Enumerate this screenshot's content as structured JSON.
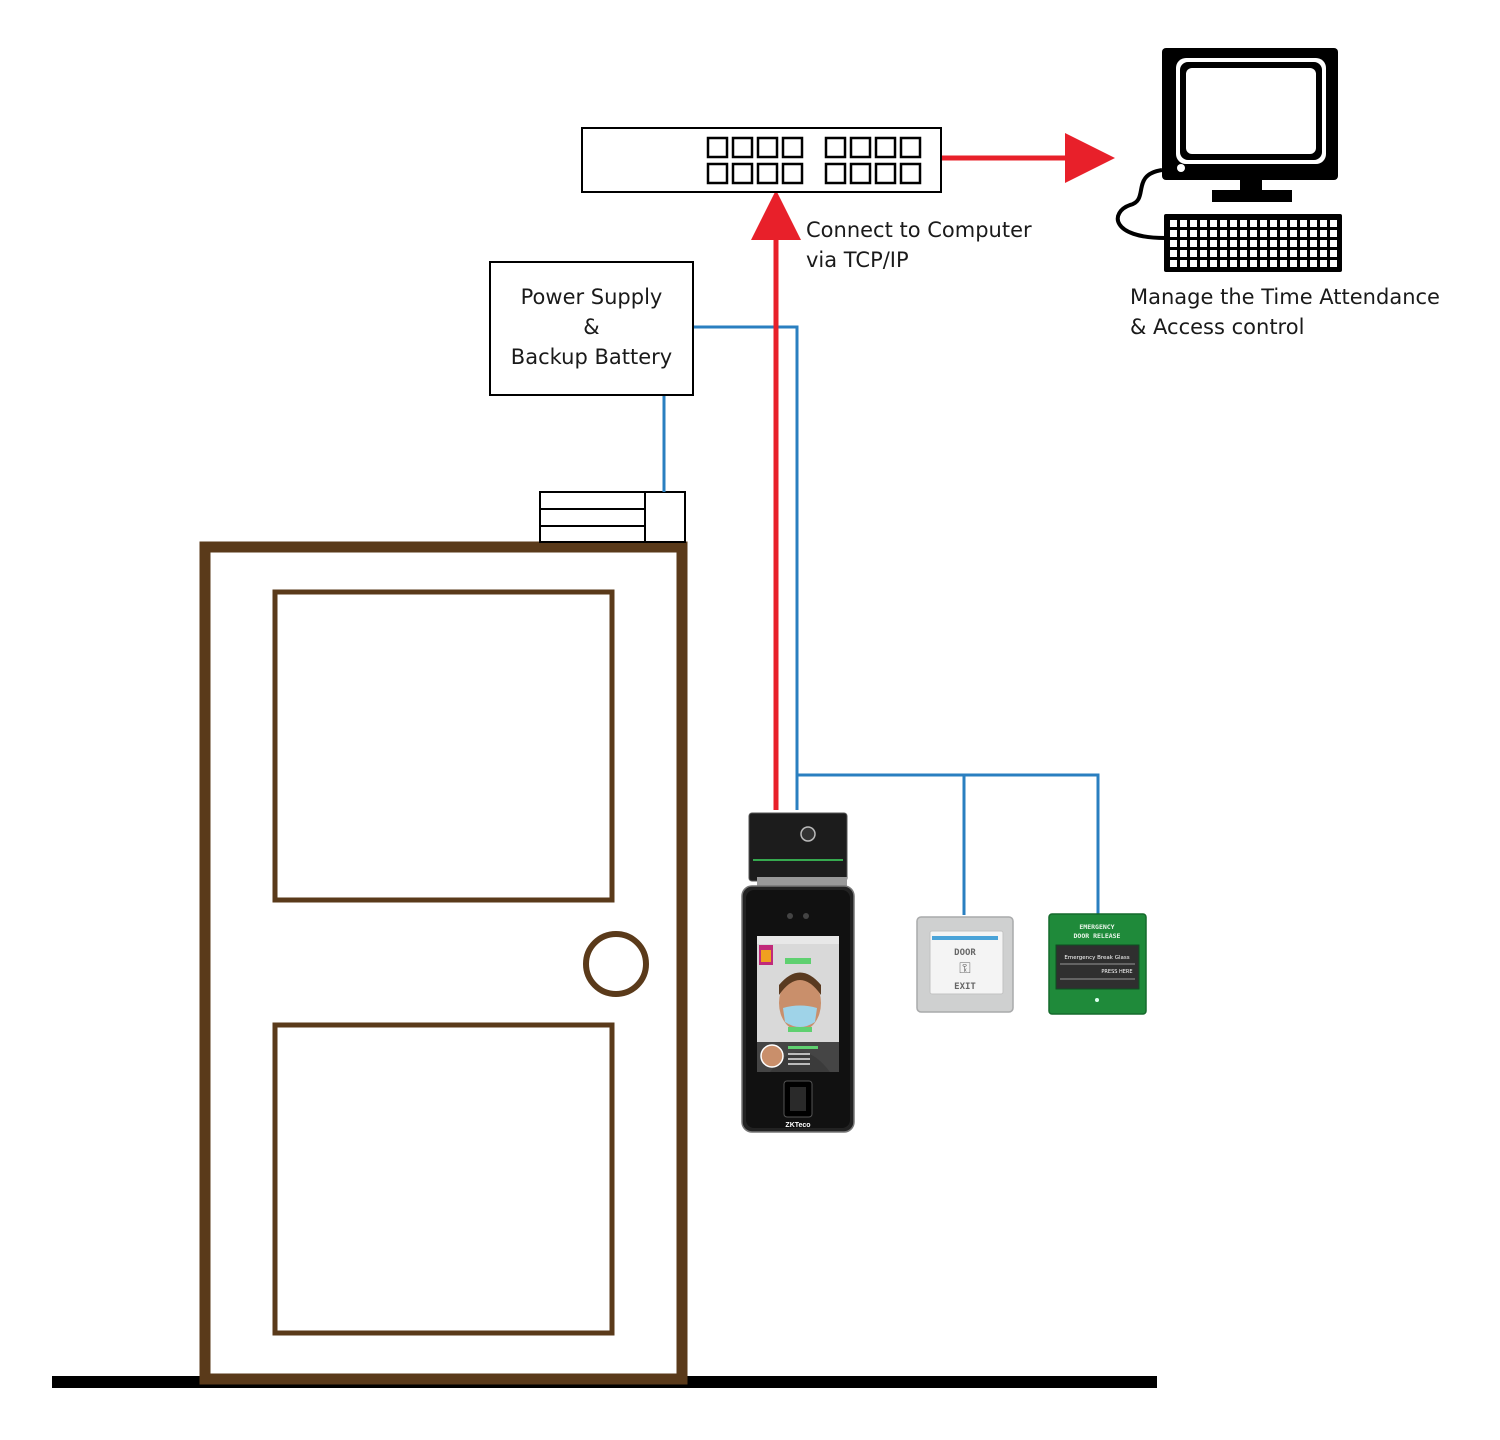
{
  "labels": {
    "power_line1": "Power Supply",
    "power_line2": "&",
    "power_line3": "Backup Battery",
    "tcp_line1": "Connect to Computer",
    "tcp_line2": "via TCP/IP",
    "manage_line1": "Manage the Time Attendance",
    "manage_line2": "& Access control"
  },
  "device": {
    "brand": "ZKTeco"
  },
  "exit_button": {
    "line1": "DOOR",
    "line2": "EXIT"
  },
  "emergency_release": {
    "line1": "EMERGENCY",
    "line2": "DOOR RELEASE",
    "line3": "Emergency Break Glass",
    "line4": "PRESS HERE"
  },
  "colors": {
    "network": "#e8202a",
    "wire": "#2a7fc0",
    "door": "#5a3a1a",
    "floor": "#000000",
    "emergency": "#1f8a3a"
  }
}
